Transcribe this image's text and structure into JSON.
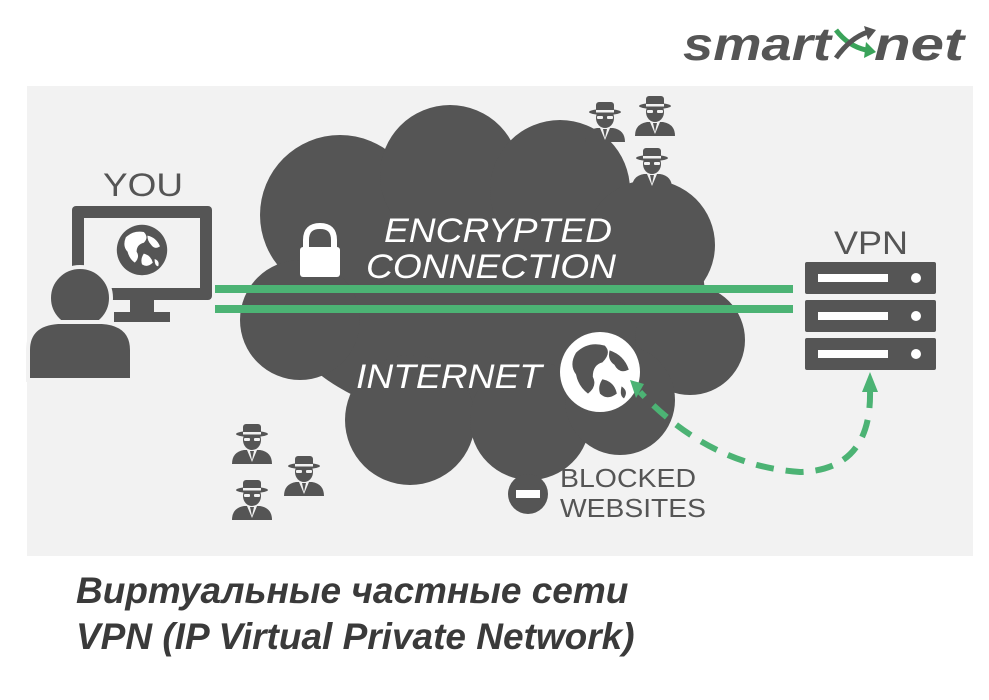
{
  "brand": {
    "logo_text_left": "smart",
    "logo_text_right": "net",
    "accent_color": "#3aa35a",
    "dark_color": "#555555"
  },
  "diagram": {
    "you_label": "YOU",
    "vpn_label": "VPN",
    "encrypted_line1": "ENCRYPTED",
    "encrypted_line2": "CONNECTION",
    "internet_label": "INTERNET",
    "blocked_line1": "BLOCKED",
    "blocked_line2": "WEBSITES",
    "panel_color": "#f2f2f2",
    "cloud_color": "#555555",
    "tunnel_color": "#4cb374",
    "icons": [
      "monitor-icon",
      "globe-icon",
      "user-icon",
      "lock-icon",
      "server-icon",
      "spy-icon",
      "blocked-icon",
      "dashed-arrow-icon"
    ]
  },
  "caption": {
    "line1": "Виртуальные частные сети",
    "line2": "VPN (IP Virtual Private Network)"
  }
}
